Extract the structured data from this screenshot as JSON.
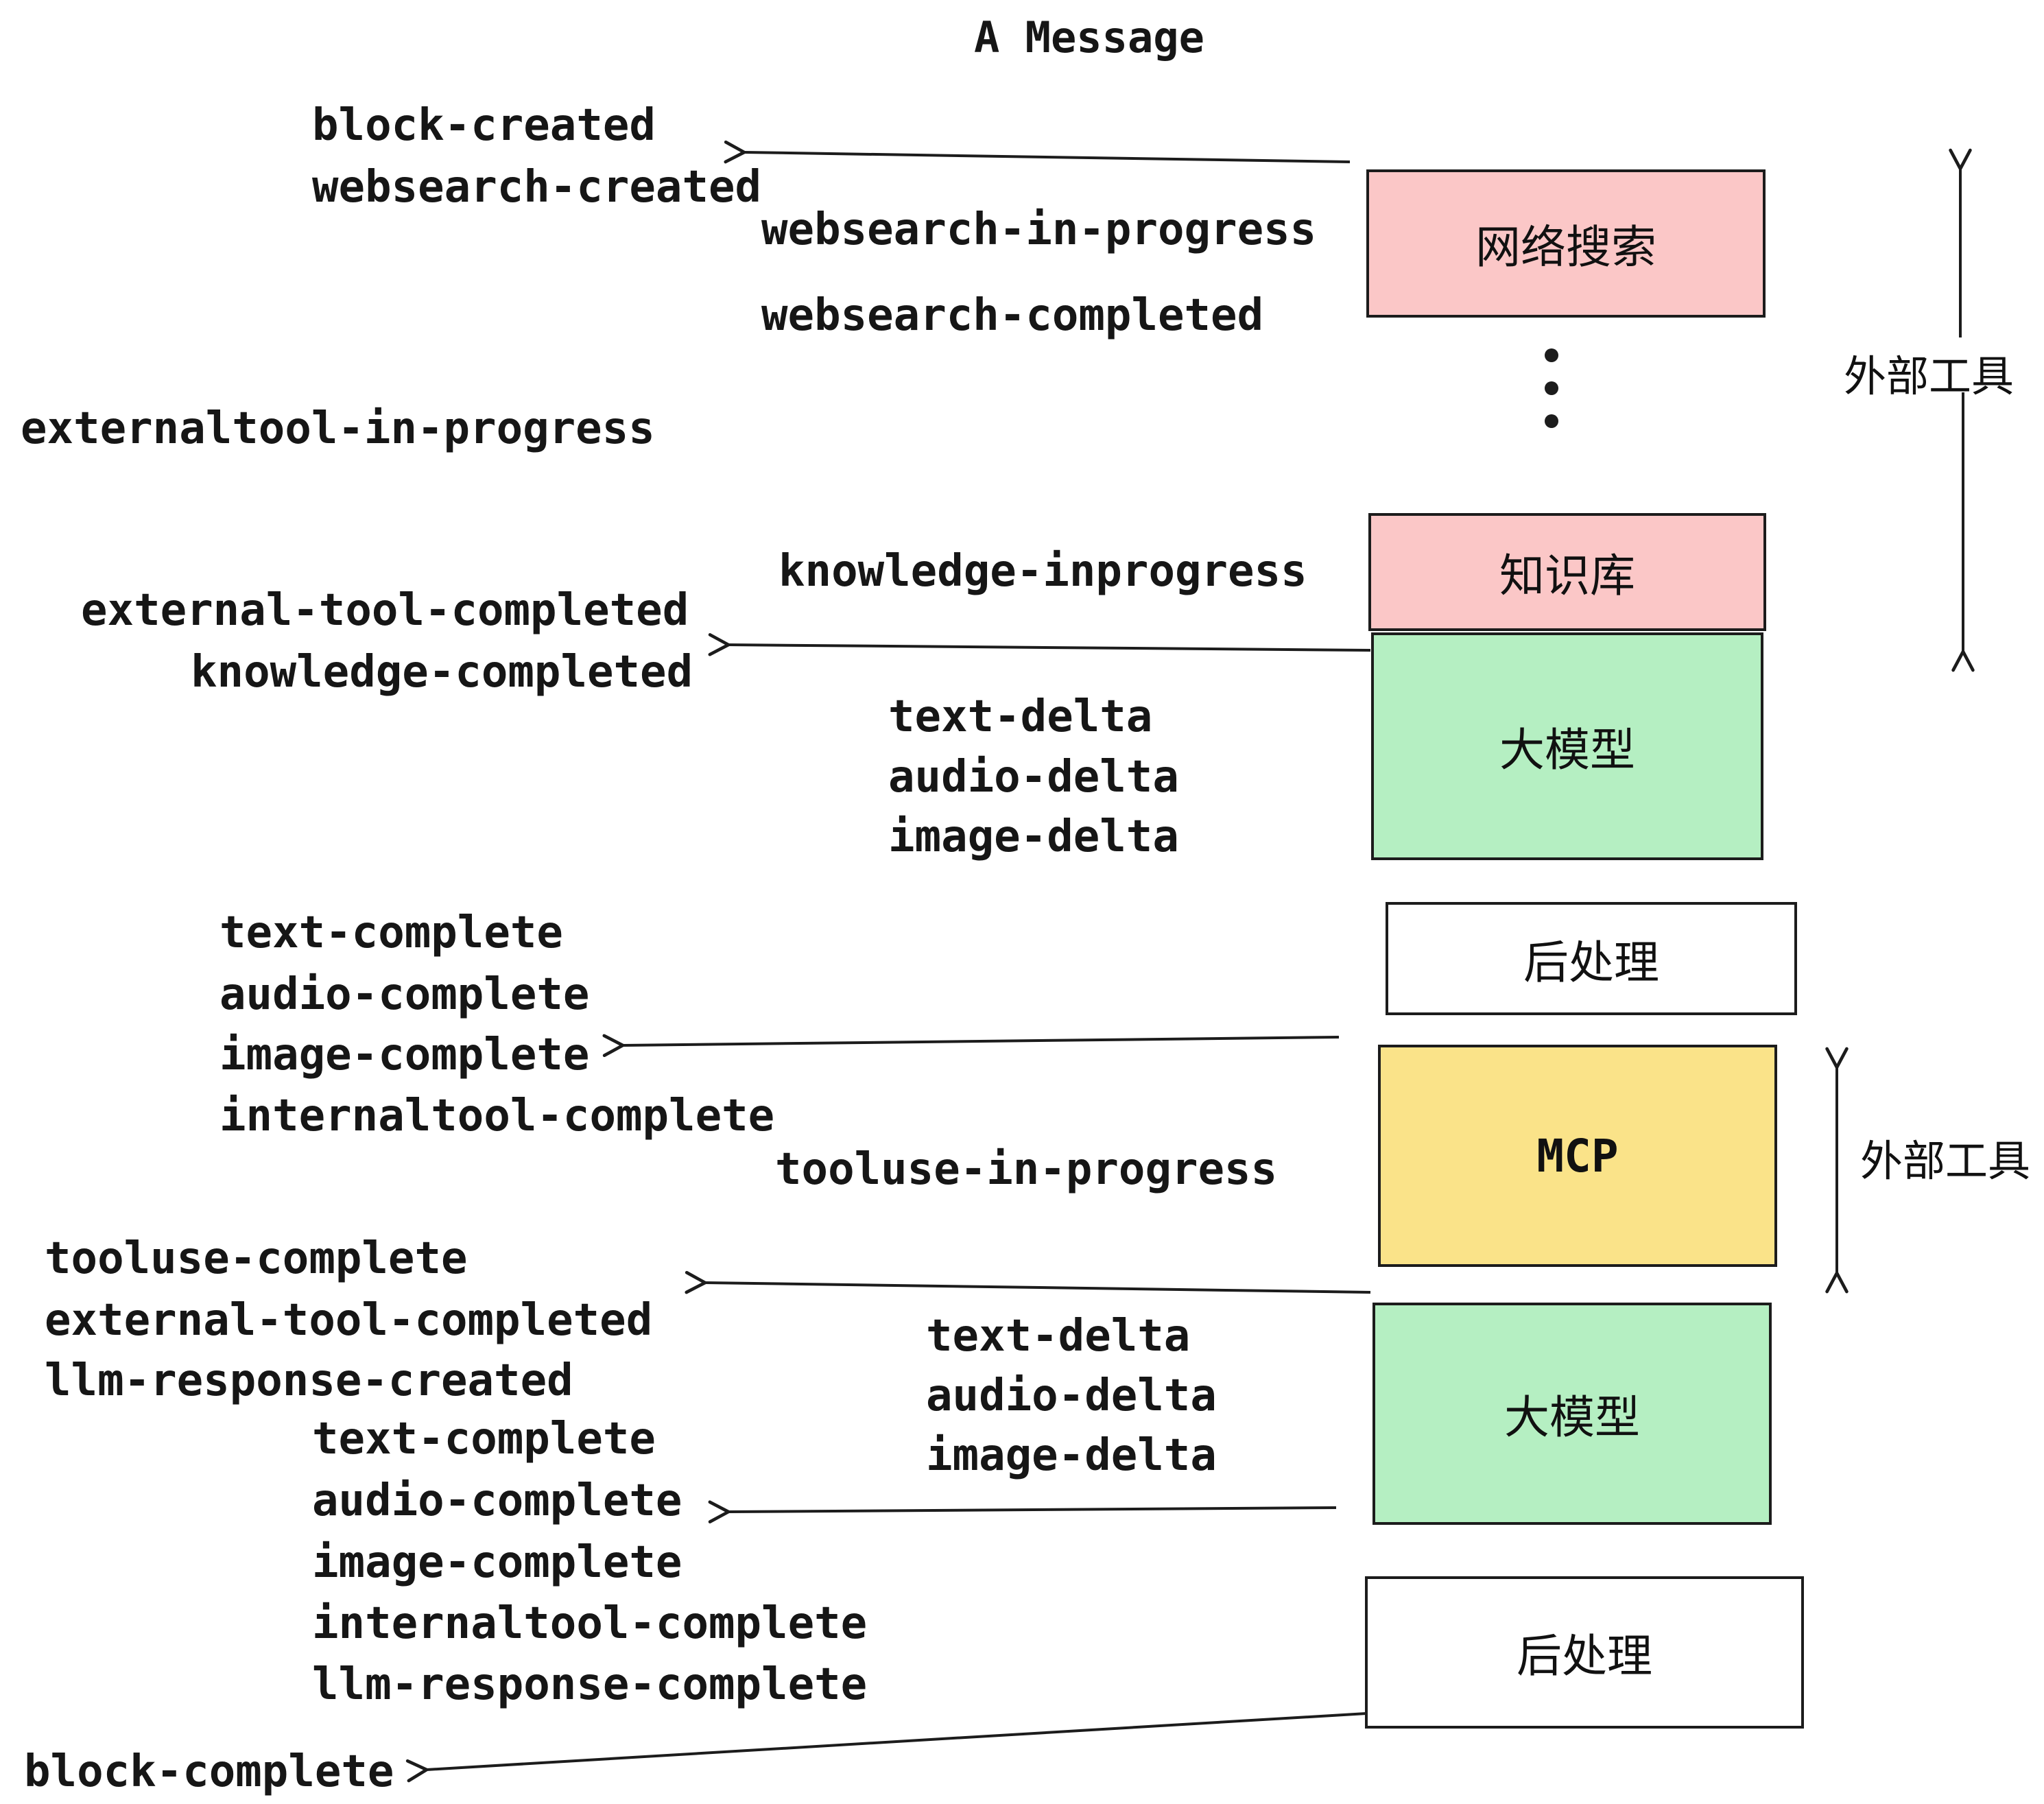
{
  "title": "A Message",
  "colors": {
    "pink": "#FBC7C7",
    "green": "#B5EFC2",
    "yellow": "#FAE389",
    "white": "#FFFFFF",
    "line": "#1c1c1c"
  },
  "boxes": [
    {
      "id": "websearch",
      "label": "网络搜索",
      "color": "#FBC7C7"
    },
    {
      "id": "knowledge",
      "label": "知识库",
      "color": "#FBC7C7"
    },
    {
      "id": "llm-1",
      "label": "大模型",
      "color": "#B5EFC2"
    },
    {
      "id": "post-1",
      "label": "后处理",
      "color": "#FFFFFF"
    },
    {
      "id": "mcp",
      "label": "MCP",
      "color": "#FAE389"
    },
    {
      "id": "llm-2",
      "label": "大模型",
      "color": "#B5EFC2"
    },
    {
      "id": "post-2",
      "label": "后处理",
      "color": "#FFFFFF"
    }
  ],
  "labels": [
    {
      "text": "block-created"
    },
    {
      "text": "websearch-created"
    },
    {
      "text": "websearch-in-progress"
    },
    {
      "text": "websearch-completed"
    },
    {
      "text": "externaltool-in-progress"
    },
    {
      "text": "knowledge-inprogress"
    },
    {
      "text": "external-tool-completed"
    },
    {
      "text": "knowledge-completed"
    },
    {
      "text": "text-delta"
    },
    {
      "text": "audio-delta"
    },
    {
      "text": "image-delta"
    },
    {
      "text": "text-complete"
    },
    {
      "text": "audio-complete"
    },
    {
      "text": "image-complete"
    },
    {
      "text": "internaltool-complete"
    },
    {
      "text": "tooluse-in-progress"
    },
    {
      "text": "tooluse-complete"
    },
    {
      "text": "external-tool-completed"
    },
    {
      "text": "llm-response-created"
    },
    {
      "text": "text-delta"
    },
    {
      "text": "audio-delta"
    },
    {
      "text": "image-delta"
    },
    {
      "text": "text-complete"
    },
    {
      "text": "audio-complete"
    },
    {
      "text": "image-complete"
    },
    {
      "text": "internaltool-complete"
    },
    {
      "text": "llm-response-complete"
    },
    {
      "text": "block-complete"
    }
  ],
  "side": [
    {
      "label": "外部工具"
    },
    {
      "label": "外部工具"
    }
  ]
}
